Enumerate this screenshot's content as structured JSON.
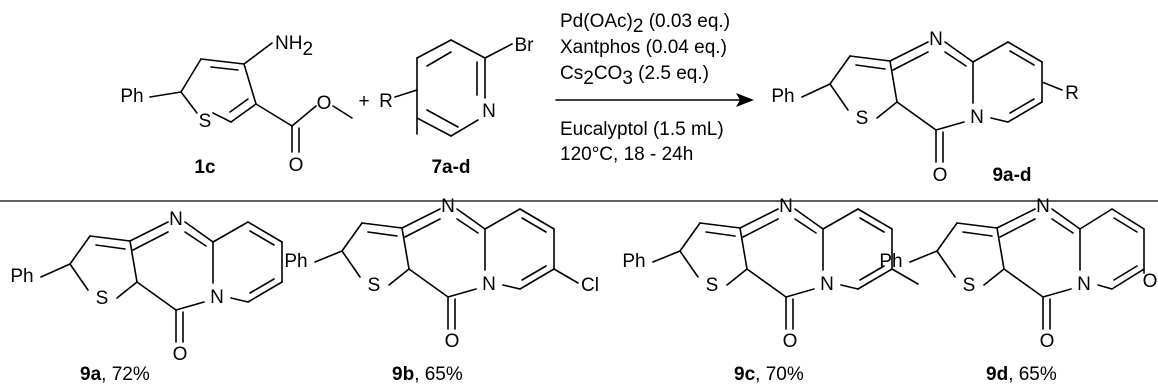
{
  "reactants": {
    "thiophene": {
      "substituent": "Ph",
      "amine": "NH",
      "amine_sub": "2",
      "ring_s": "S",
      "carbonyl_o": "O",
      "ester_o": "O",
      "label": "1c"
    },
    "plus": "+",
    "pyridine": {
      "substituent": "R",
      "halogen": "Br",
      "ring_n": "N",
      "label": "7a-d"
    }
  },
  "conditions": {
    "above": [
      {
        "pre": "Pd(OAc)",
        "sub": "2",
        "post": " (0.03 eq.)"
      },
      {
        "pre": "Xantphos (0.04 eq.)",
        "sub": "",
        "post": ""
      },
      {
        "pre": "Cs",
        "sub": "2",
        "mid": "CO",
        "sub2": "3",
        "post": " (2.5 eq.)"
      }
    ],
    "below": [
      "Eucalyptol (1.5 mL)",
      "120°C, 18 - 24h"
    ]
  },
  "product": {
    "substituent": "Ph",
    "substituent_r": "R",
    "atoms": {
      "n_top": "N",
      "n_bridge": "N",
      "s": "S",
      "o": "O"
    },
    "label": "9a-d"
  },
  "examples": [
    {
      "id": "9a",
      "yield": ", 72%",
      "ph": "Ph",
      "n_top": "N",
      "n_bridge": "N",
      "s": "S",
      "o": "O",
      "extra": ""
    },
    {
      "id": "9b",
      "yield": ", 65%",
      "ph": "Ph",
      "n_top": "N",
      "n_bridge": "N",
      "s": "S",
      "o": "O",
      "extra": "Cl"
    },
    {
      "id": "9c",
      "yield": ", 70%",
      "ph": "Ph",
      "n_top": "N",
      "n_bridge": "N",
      "s": "S",
      "o": "O",
      "extra": ""
    },
    {
      "id": "9d",
      "yield": ", 65%",
      "ph": "Ph",
      "n_top": "N",
      "n_bridge": "N",
      "s": "S",
      "o": "O",
      "extra": "O"
    }
  ]
}
